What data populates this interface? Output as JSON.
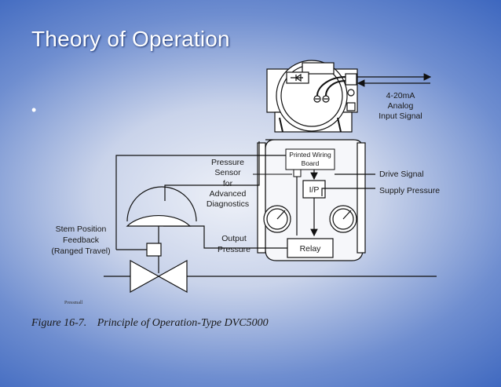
{
  "slide": {
    "title": "Theory of Operation",
    "bullet": "•"
  },
  "diagram": {
    "signal_line1": "4-20mA",
    "signal_line2": "Analog",
    "signal_line3": "Input Signal",
    "pwb_line1": "Printed Wiring",
    "pwb_line2": "Board",
    "pressure_sensor_lines": [
      "Pressure",
      "Sensor",
      "for",
      "Advanced",
      "Diagnostics"
    ],
    "drive_signal": "Drive Signal",
    "supply_pressure": "Supply Pressure",
    "ip": "I/P",
    "relay": "Relay",
    "output_pressure_lines": [
      "Output",
      "Pressure"
    ],
    "stem_lines": [
      "Stem Position",
      "Feedback",
      "(Ranged Travel)"
    ],
    "tiny_mark": "Pressmall"
  },
  "caption": {
    "figure": "Figure 16-7.",
    "text": "Principle of Operation-Type DVC5000"
  }
}
